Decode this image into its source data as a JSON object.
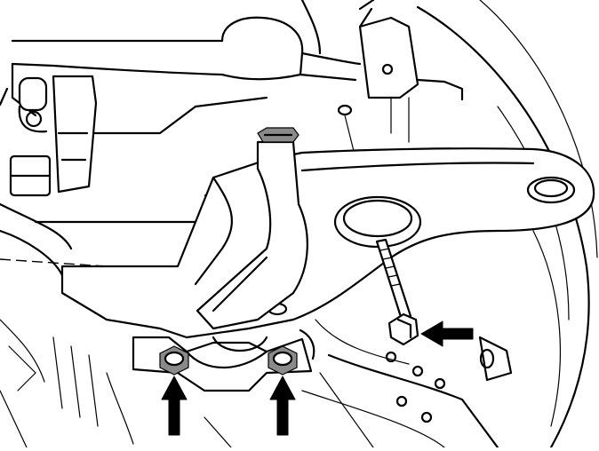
{
  "diagram": {
    "style": "black-and-white technical line illustration",
    "parts": [
      "control-arm",
      "subframe",
      "mounting-bracket",
      "pivot-bushing",
      "long-bolt",
      "bracket-bolt-left",
      "bracket-bolt-right",
      "wheel-backing-plate",
      "stabilizer-link"
    ],
    "callouts": [
      {
        "name": "arrow-long-bolt",
        "points_to": "long-bolt"
      },
      {
        "name": "arrow-bracket-bolt-left",
        "points_to": "bracket-bolt-left"
      },
      {
        "name": "arrow-bracket-bolt-right",
        "points_to": "bracket-bolt-right"
      }
    ],
    "colors": {
      "line": "#000000",
      "background": "#ffffff",
      "shade": "#8a8a8a"
    }
  }
}
